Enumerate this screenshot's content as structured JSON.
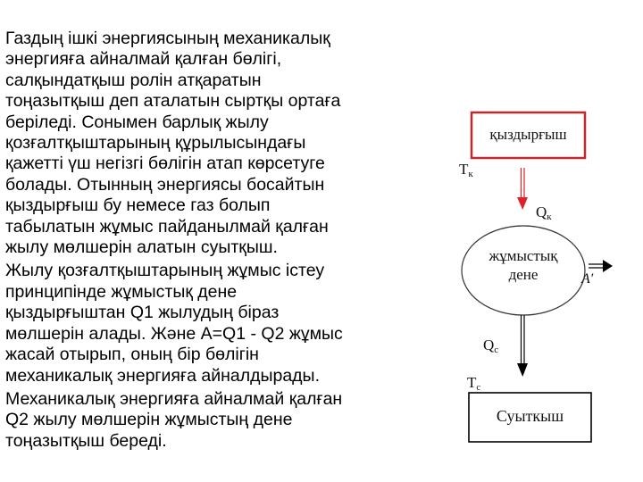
{
  "text": {
    "paragraphs": [
      {
        "lines": [
          "Газдың ішкі энергиясының механикалық",
          "энергияға айналмай қалған бөлігі,",
          "салқындатқыш ролін атқаратын",
          "тоңазытқыш деп аталатын сыртқы ортаға",
          "беріледі. Сонымен барлық жылу",
          "қозғалтқыштарының құрылысындағы",
          "қажетті үш негізгі бөлігін атап көрсетуге",
          "болады. Отынның энергиясы босайтын",
          "қыздырғыш бу немесе газ болып",
          "табылатын жұмыс пайданылмай қалған",
          "жылу мөлшерін алатын суытқыш."
        ]
      },
      {
        "lines": [
          "Жылу қозғалтқыштарының жұмыс істеу",
          "принципінде жұмыстық дене",
          "қыздырғыштан Q1 жылудың біраз",
          "мөлшерін алады. Және А=Q1 - Q2 жұмыс",
          "жасай отырып, оның бір бөлігін",
          "механикалық энергияға айналдырады."
        ]
      },
      {
        "lines": [
          "Механикалық энергияға айналмай қалған",
          "Q2 жылу мөлшерін жұмыстың дене",
          "тоңазытқыш береді."
        ]
      }
    ]
  },
  "diagram": {
    "heater": {
      "label": "қыздырғыш",
      "border_color": "#c0282d"
    },
    "heater_temp": {
      "symbol": "T",
      "subscript": "к"
    },
    "heat_in": {
      "symbol": "Q",
      "subscript": "к",
      "arrow_color": "#e0202a"
    },
    "working_body": {
      "line1": "жұмыстық",
      "line2": "дене"
    },
    "work_out": {
      "symbol": "A′"
    },
    "heat_out": {
      "symbol": "Q",
      "subscript": "c"
    },
    "cooler_temp": {
      "symbol": "T",
      "subscript": "c"
    },
    "cooler": {
      "label": "Суыткыш",
      "border_color": "#000000"
    }
  }
}
